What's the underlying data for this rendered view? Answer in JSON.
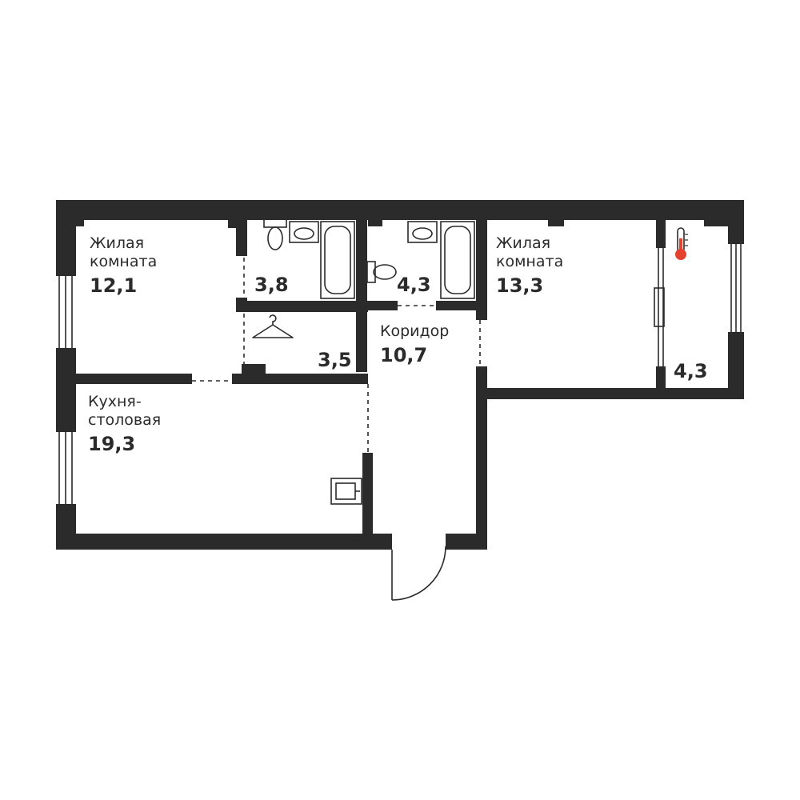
{
  "rooms": {
    "living1": {
      "name_line1": "Жилая",
      "name_line2": "комната",
      "area": "12,1"
    },
    "bath1": {
      "area": "3,8"
    },
    "bath2": {
      "area": "4,3"
    },
    "living2": {
      "name_line1": "Жилая",
      "name_line2": "комната",
      "area": "13,3"
    },
    "closet": {
      "area": "3,5"
    },
    "corridor": {
      "name": "Коридор",
      "area": "10,7"
    },
    "kitchen": {
      "name_line1": "Кухня-",
      "name_line2": "столовая",
      "area": "19,3"
    },
    "balcony": {
      "area": "4,3"
    }
  },
  "icons": {
    "closet": "hanger-icon",
    "balcony": "thermometer-icon",
    "bath_fixtures": "bathtub-icon",
    "sinks": "sink-icon",
    "toilets": "toilet-icon"
  },
  "colors": {
    "wall": "#2b2b2b",
    "thermometer": "#e3432e"
  }
}
